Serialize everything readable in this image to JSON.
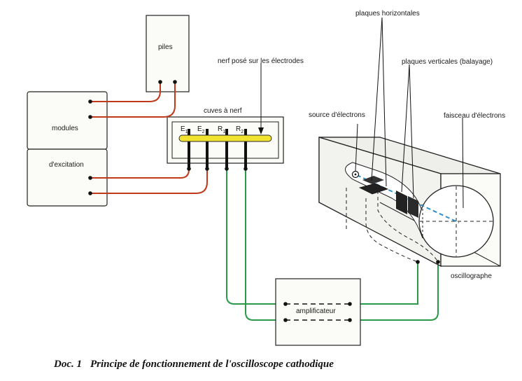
{
  "labels": {
    "piles": "piles",
    "modules": "modules",
    "excitation": "d'excitation",
    "nerf_pose": "nerf posé sur les électrodes",
    "cuves": "cuves à nerf",
    "electrode_e1": "E",
    "electrode_e2": "E",
    "electrode_r1": "R",
    "electrode_r2": "R",
    "sub_1": "1",
    "sub_2": "2",
    "source": "source d'électrons",
    "plaques_h": "plaques horizontales",
    "plaques_v": "plaques verticales (balayage)",
    "faisceau": "faisceau d'électrons",
    "oscillographe": "oscillographe",
    "amplificateur": "amplificateur"
  },
  "caption": {
    "doc": "Doc. 1",
    "title": "Principe de fonctionnement de l'oscilloscope cathodique"
  },
  "colors": {
    "red_wire": "#c0391b",
    "green_wire": "#2a9a48",
    "nerve": "#f1e330",
    "beam": "#2f8fc9"
  }
}
